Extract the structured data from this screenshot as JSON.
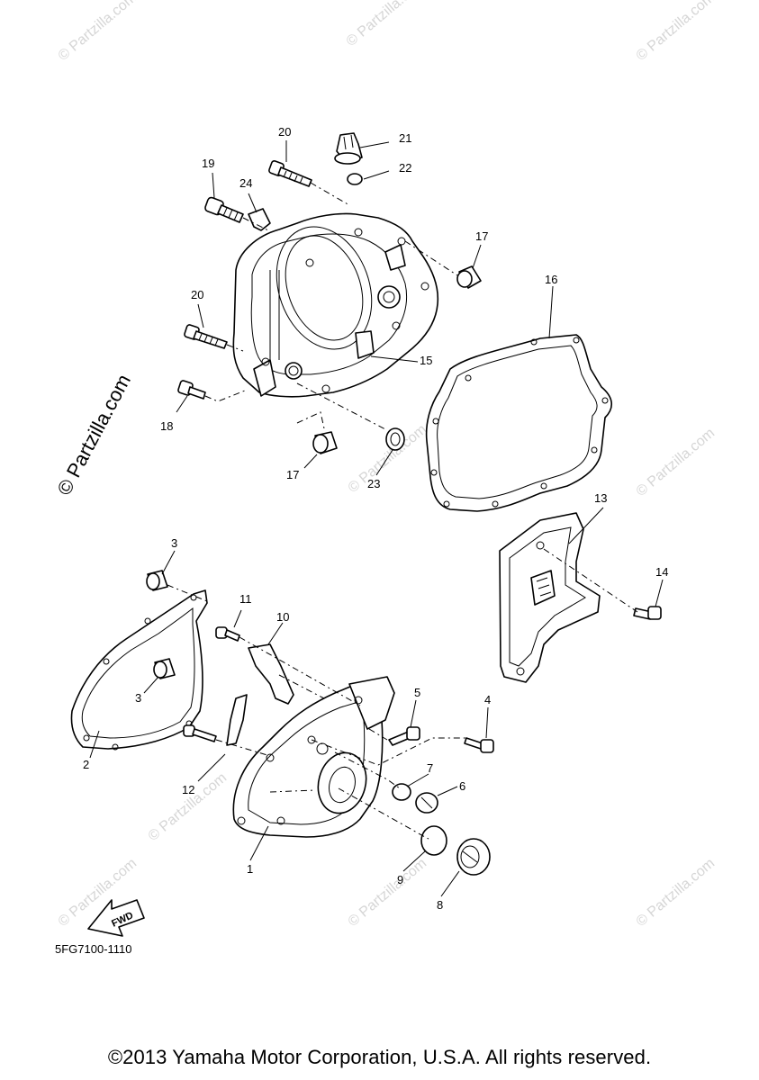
{
  "diagram": {
    "code": "5FG7100-1110",
    "copyright": "©2013 Yamaha Motor Corporation, U.S.A. All rights reserved.",
    "side_watermark": "© Partzilla.com",
    "watermark": "© Partzilla.com",
    "fwd_label": "FWD",
    "labels": [
      "1",
      "2",
      "3",
      "3",
      "4",
      "5",
      "6",
      "7",
      "8",
      "9",
      "10",
      "11",
      "12",
      "13",
      "14",
      "15",
      "16",
      "17",
      "17",
      "18",
      "19",
      "20",
      "20",
      "21",
      "22",
      "23",
      "24"
    ]
  }
}
